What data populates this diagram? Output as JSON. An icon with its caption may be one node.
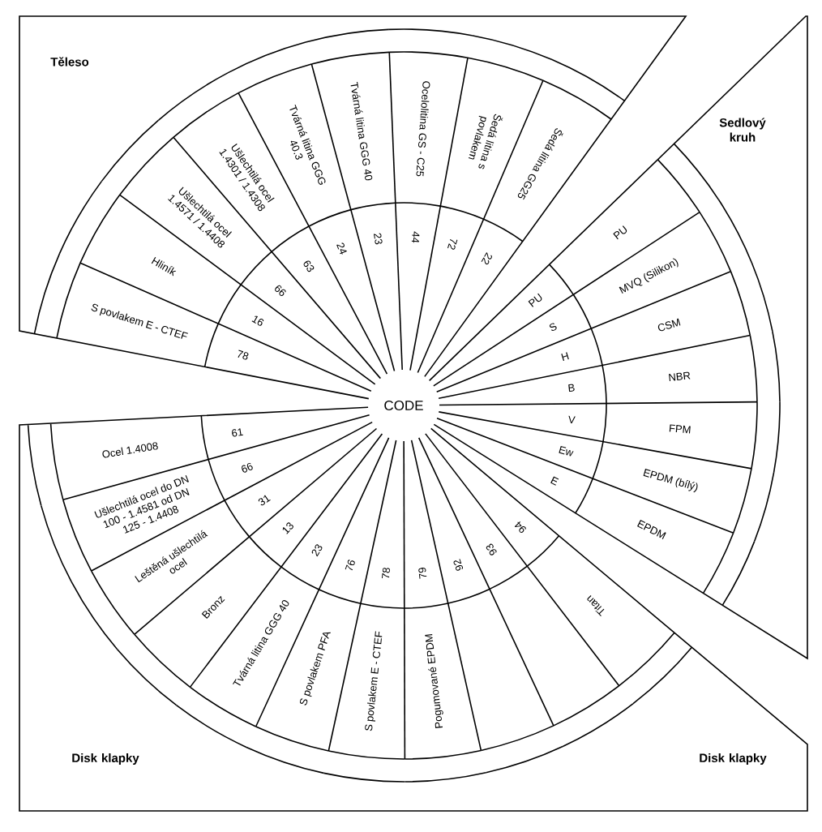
{
  "diagram": {
    "nodes": [
      {
        "text": [
          "S povlakem E - CTEF"
        ]
      },
      {
        "text": [
          "78"
        ]
      },
      {
        "text": [
          "Hliník"
        ]
      },
      {
        "text": [
          "16"
        ]
      },
      {
        "text": [
          "Ušlechtilá ocel 1.4571 / 1.4408"
        ]
      },
      {
        "text": [
          "66"
        ]
      },
      {
        "text": [
          "Ušlechtilá ocel 1.4301 / 1.4308"
        ]
      },
      {
        "text": [
          "63"
        ]
      },
      {
        "text": [
          "Tvárná litina GGG 40.3"
        ]
      },
      {
        "text": [
          "24"
        ]
      },
      {
        "text": [
          "Tvárná litina GGG 40"
        ]
      },
      {
        "text": [
          "23"
        ]
      },
      {
        "text": [
          "Ocelolitina GS - C25"
        ]
      },
      {
        "text": [
          "44"
        ]
      },
      {
        "text": [
          "Šedá litina s povlakem"
        ]
      },
      {
        "text": [
          "72"
        ]
      },
      {
        "text": [
          "Šedá litina GG25"
        ]
      },
      {
        "text": [
          "22"
        ]
      },
      {
        "text": [
          "PU"
        ]
      },
      {
        "text": [
          "PU"
        ]
      },
      {
        "text": [
          "MVQ (Silikon)"
        ]
      },
      {
        "text": [
          "S"
        ]
      },
      {
        "text": [
          "CSM"
        ]
      },
      {
        "text": [
          "H"
        ]
      },
      {
        "text": [
          "NBR"
        ]
      },
      {
        "text": [
          "B"
        ]
      },
      {
        "text": [
          "FPM"
        ]
      },
      {
        "text": [
          "V"
        ]
      },
      {
        "text": [
          "EPDM (bílý)"
        ]
      },
      {
        "text": [
          "Ew"
        ]
      },
      {
        "text": [
          "EPDM"
        ]
      },
      {
        "text": [
          "E"
        ]
      },
      {
        "text": [
          "Ocel 1.4008"
        ]
      },
      {
        "text": [
          "61"
        ]
      },
      {
        "text": [
          "Ušlechtilá ocel do DN 100 - 1.4581 od DN 125 - 1.4408"
        ]
      },
      {
        "text": [
          "66"
        ]
      },
      {
        "text": [
          "Leštěná ušlechtilá ocel"
        ]
      },
      {
        "text": [
          "31"
        ]
      },
      {
        "text": [
          "Bronz"
        ]
      },
      {
        "text": [
          "13"
        ]
      },
      {
        "text": [
          "Tvárná litina GGG 40"
        ]
      },
      {
        "text": [
          "23"
        ]
      },
      {
        "text": [
          "S povlakem PFA"
        ]
      },
      {
        "text": [
          "76"
        ]
      },
      {
        "text": [
          "S povlakem E - CTEF"
        ]
      },
      {
        "text": [
          "78"
        ]
      },
      {
        "text": [
          "Pogumované EPDM"
        ]
      },
      {
        "text": [
          "79"
        ]
      },
      {
        "text": [
          "92"
        ]
      },
      {
        "text": [
          "93"
        ]
      },
      {
        "text": [
          "Titan"
        ]
      },
      {
        "text": [
          "94"
        ]
      },
      {
        "text": [
          "CODE"
        ]
      }
    ],
    "labels": [
      "Těleso",
      "Sedlový kruh",
      "Disk klapky",
      "Disk klapky"
    ]
  }
}
